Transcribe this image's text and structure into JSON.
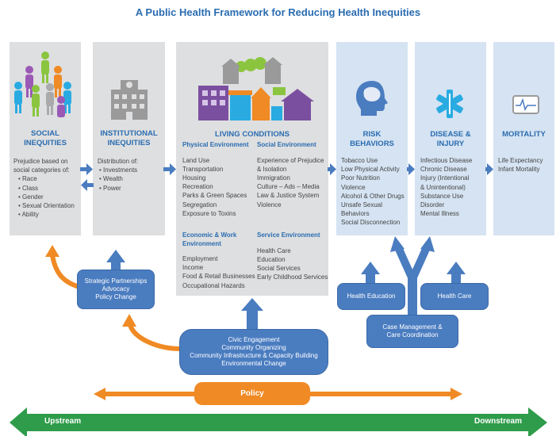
{
  "title": "A Public Health Framework for Reducing Health Inequities",
  "social": {
    "heading_line1": "SOCIAL",
    "heading_line2": "INEQUITIES",
    "intro_line1": "Prejudice based on",
    "intro_line2": "social categories of:",
    "items": [
      "Race",
      "Class",
      "Gender",
      "Sexual Orientation",
      "Ability"
    ]
  },
  "institutional": {
    "heading_line1": "INSTITUTIONAL",
    "heading_line2": "INEQUITIES",
    "intro": "Distribution of:",
    "items": [
      "Investments",
      "Wealth",
      "Power"
    ]
  },
  "living": {
    "heading": "LIVING CONDITIONS",
    "physical_title": "Physical Environment",
    "physical_items": [
      "Land Use",
      "Transportation",
      "Housing",
      "Recreation",
      "Parks & Green Spaces",
      "Segregation",
      "Exposure to Toxins"
    ],
    "social_title": "Social Environment",
    "social_items": [
      "Experience of Prejudice",
      "& Isolation",
      "Immigration",
      "Culture – Ads – Media",
      "Law & Justice System",
      "Violence"
    ],
    "econ_title_line1": "Economic & Work",
    "econ_title_line2": "Environment",
    "econ_items": [
      "Employment",
      "Income",
      "Food & Retail Businesses",
      "Occupational Hazards"
    ],
    "service_title": "Service Environment",
    "service_items": [
      "Health Care",
      "Education",
      "Social Services",
      "Early Childhood Services"
    ]
  },
  "risk": {
    "heading_line1": "RISK",
    "heading_line2": "BEHAVIORS",
    "items": [
      "Tobacco Use",
      "Low Physical Activity",
      "Poor Nutrition",
      "Violence",
      "Alcohol & Other Drugs",
      "Unsafe Sexual",
      "Behaviors",
      "Social Disconnection"
    ]
  },
  "disease": {
    "heading_line1": "DISEASE &",
    "heading_line2": "INJURY",
    "items": [
      "Infectious Disease",
      "Chronic Disease",
      "Injury (Intentional",
      "& Unintentional)",
      "Substance Use",
      "Disorder",
      "Mental Illness"
    ]
  },
  "mortality": {
    "heading": "MORTALITY",
    "items": [
      "Life Expectancy",
      "Infant Mortality"
    ]
  },
  "interventions": {
    "strategic": [
      "Strategic Partnerships",
      "Advocacy",
      "Policy Change"
    ],
    "civic": [
      "Civic Engagement",
      "Community Organizing",
      "Community Infrastructure & Capacity Building",
      "Environmental Change"
    ],
    "health_education": "Health Education",
    "health_care": "Health Care",
    "case_management": [
      "Case Management &",
      "Care Coordination"
    ],
    "policy": "Policy"
  },
  "axis": {
    "upstream": "Upstream",
    "downstream": "Downstream"
  },
  "colors": {
    "title_blue": "#2a6cb0",
    "panel_grey": "#dedfe0",
    "panel_blue": "#d5e3f2",
    "box_blue": "#4a7cc0",
    "orange": "#f08a24",
    "green": "#2e9c4a"
  }
}
